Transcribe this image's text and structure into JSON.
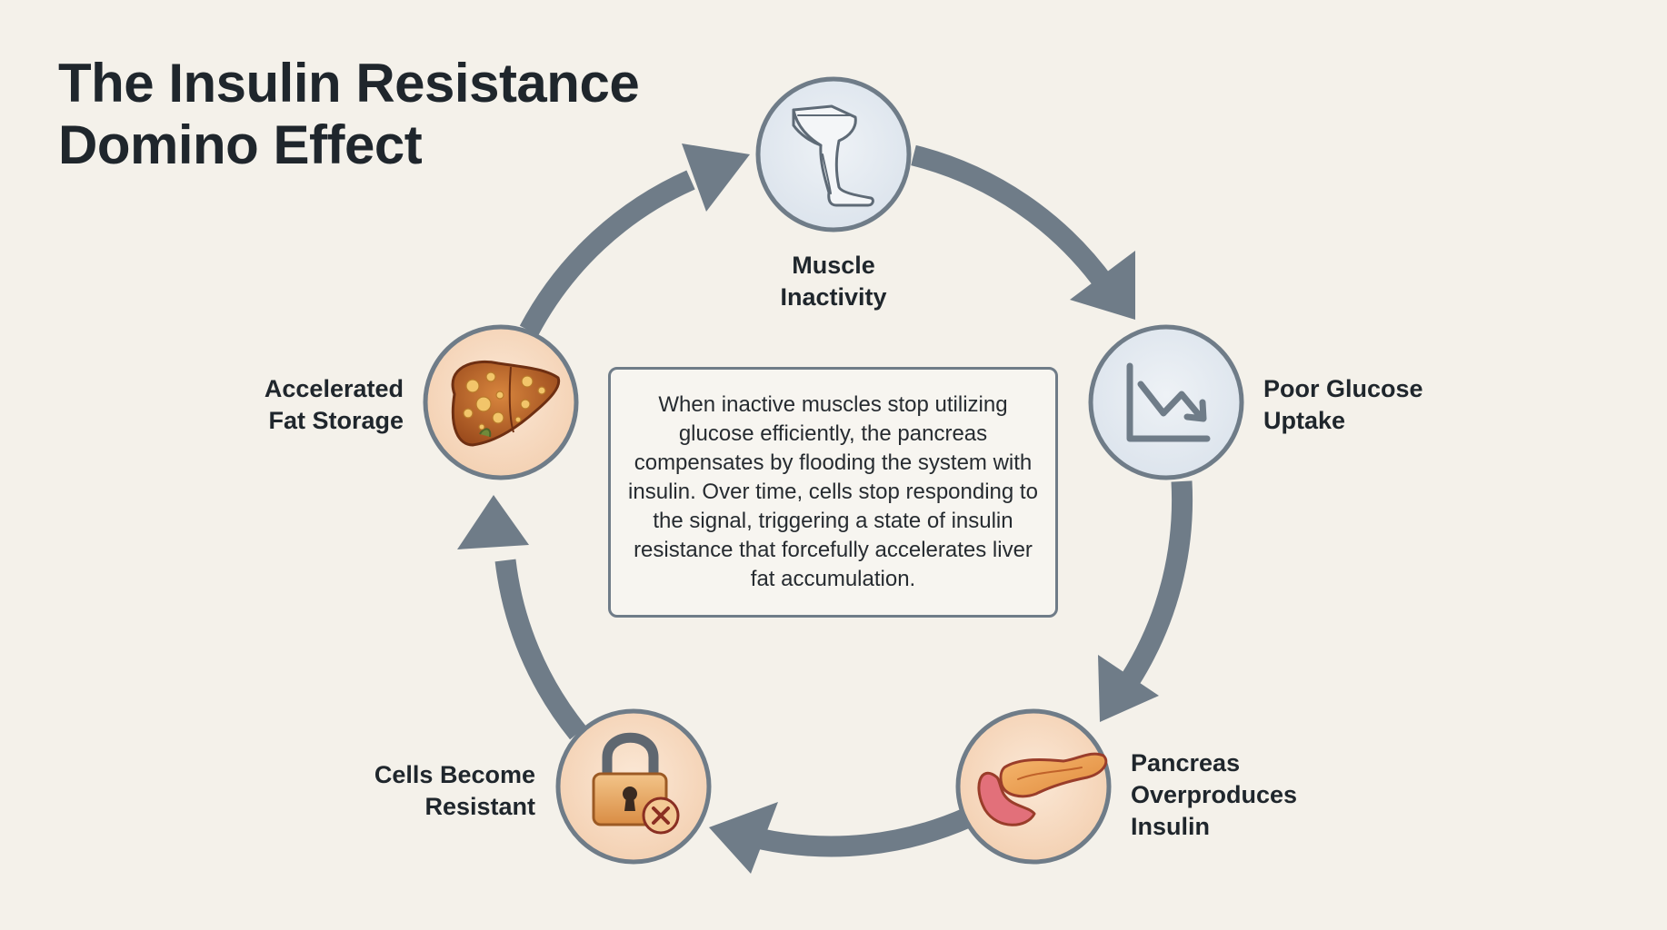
{
  "title": {
    "line1": "The Insulin Resistance",
    "line2": "Domino Effect"
  },
  "nodes": {
    "muscle": {
      "line1": "Muscle",
      "line2": "Inactivity",
      "icon": "leg-icon"
    },
    "glucose": {
      "line1": "Poor Glucose",
      "line2": "Uptake",
      "icon": "declining-chart-icon"
    },
    "pancreas": {
      "line1": "Pancreas",
      "line2": "Overproduces",
      "line3": "Insulin",
      "icon": "pancreas-icon"
    },
    "cells": {
      "line1": "Cells Become",
      "line2": "Resistant",
      "icon": "locked-padlock-icon"
    },
    "fat": {
      "line1": "Accelerated",
      "line2": "Fat Storage",
      "icon": "fatty-liver-icon"
    }
  },
  "explanation": "When inactive muscles stop utilizing glucose efficiently, the pancreas compensates by flooding the system with insulin. Over time, cells stop responding to the signal, triggering a state of insulin resistance that forcefully accelerates liver fat accumulation.",
  "colors": {
    "background": "#f4f1ea",
    "arrow": "#6f7c88",
    "circle_cool": "#e3e9f0",
    "circle_warm": "#f7dcc4",
    "text": "#1f262c"
  }
}
